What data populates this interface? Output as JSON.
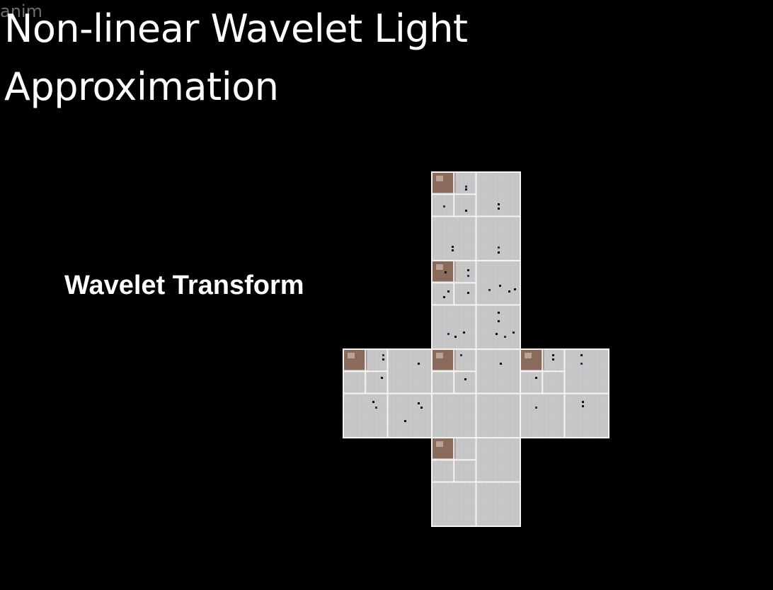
{
  "slide": {
    "title": "Non-linear Wavelet Light Approximation",
    "watermark": "anim",
    "label": "Wavelet Transform"
  },
  "figure": {
    "layout": "cross-shaped cubemap, 6 faces, each a 3-level wavelet decomposition",
    "colors": {
      "background": "#000000",
      "panel": "#c6c6c6",
      "divider": "#f4f4f4",
      "approx": "#8a6a5a",
      "text": "#ffffff"
    }
  }
}
